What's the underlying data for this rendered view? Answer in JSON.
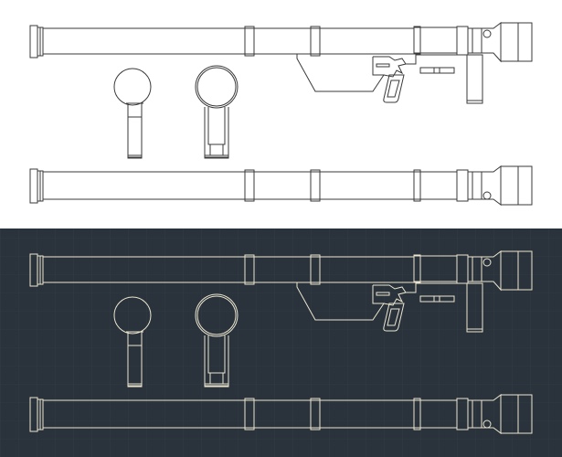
{
  "colors": {
    "light_background": "#ffffff",
    "light_stroke": "#3a3a3a",
    "dark_background": "#2a333b",
    "dark_grid": "#34404a",
    "dark_stroke": "#ebe5cf",
    "dark_accent_stroke": "#e6cf8a"
  },
  "panels": [
    {
      "name": "light-blueprint",
      "views": [
        "side-view-with-grip",
        "end-view-front",
        "end-view-rear",
        "side-view-plain"
      ]
    },
    {
      "name": "dark-blueprint",
      "views": [
        "side-view-with-grip",
        "end-view-front",
        "end-view-rear",
        "side-view-plain"
      ]
    }
  ]
}
